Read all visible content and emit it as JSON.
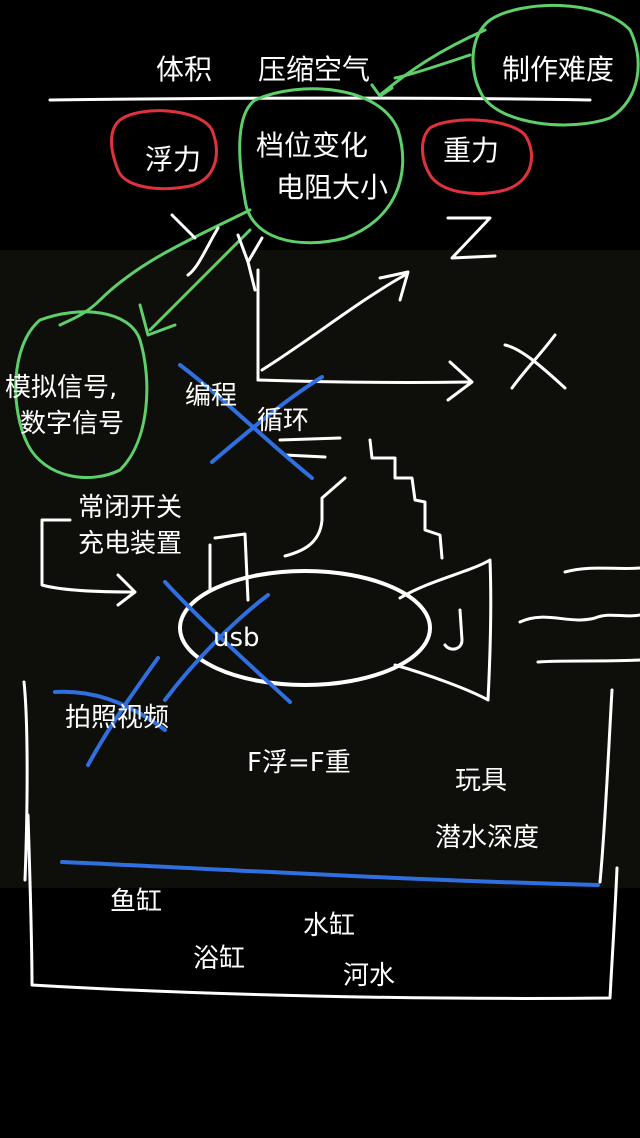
{
  "colors": {
    "background": "#000000",
    "band": "#0e0e0a",
    "ink": "#ffffff",
    "green": "#5fcf6a",
    "red": "#e0323c",
    "blue": "#2f6fe0"
  },
  "labels": {
    "volume": "体积",
    "compressed_air": "压缩空气",
    "difficulty": "制作难度",
    "buoyancy": "浮力",
    "gear_change": "档位变化",
    "resistance": "电阻大小",
    "gravity": "重力",
    "axis_y": "Y",
    "axis_z": "Z",
    "axis_x": "X",
    "signal_line1": "模拟信号,",
    "signal_line2": "数字信号",
    "programming": "编程",
    "loop": "循环",
    "switch": "常闭开关",
    "charger": "充电装置",
    "usb": "usb",
    "photo_video": "拍照视频",
    "equation": "F浮=F重",
    "toy": "玩具",
    "dive_depth": "潜水深度",
    "fish_tank": "鱼缸",
    "water_tank": "水缸",
    "bathtub": "浴缸",
    "river": "河水"
  }
}
